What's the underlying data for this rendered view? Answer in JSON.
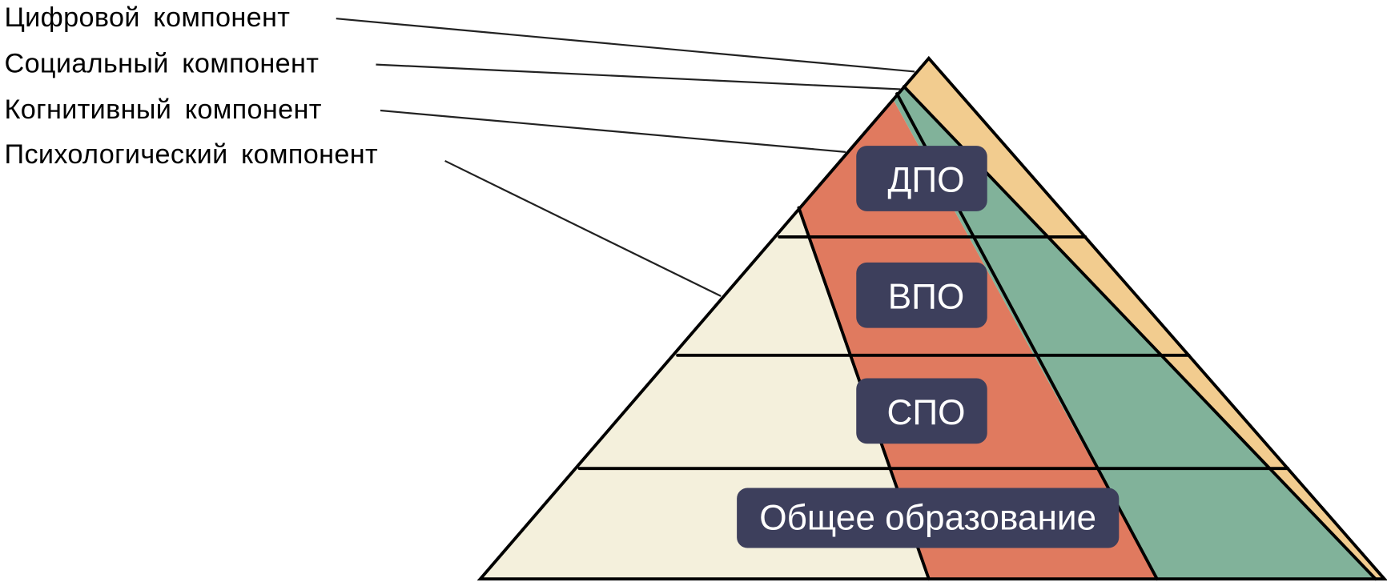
{
  "components": [
    {
      "label": "Цифровой компонент",
      "color": "#f2cc8f"
    },
    {
      "label": "Социальный компонент",
      "color": "#81b29a"
    },
    {
      "label": "Когнитивный компонент",
      "color": "#e07a5f"
    },
    {
      "label": "Психологический компонент",
      "color": "#f4f0dc"
    }
  ],
  "levels": [
    {
      "label": "ДПО"
    },
    {
      "label": "ВПО"
    },
    {
      "label": "СПО"
    },
    {
      "label": "Общее образование"
    }
  ],
  "label_box_color": "#3d3f5c"
}
